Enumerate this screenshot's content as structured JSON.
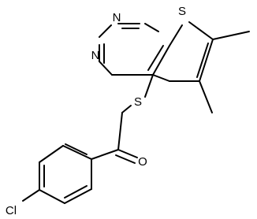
{
  "structure": {
    "atoms": {
      "n_top": "N",
      "n_left": "N",
      "s_ring": "S",
      "s_link": "S",
      "o": "O",
      "cl": "Cl"
    }
  }
}
